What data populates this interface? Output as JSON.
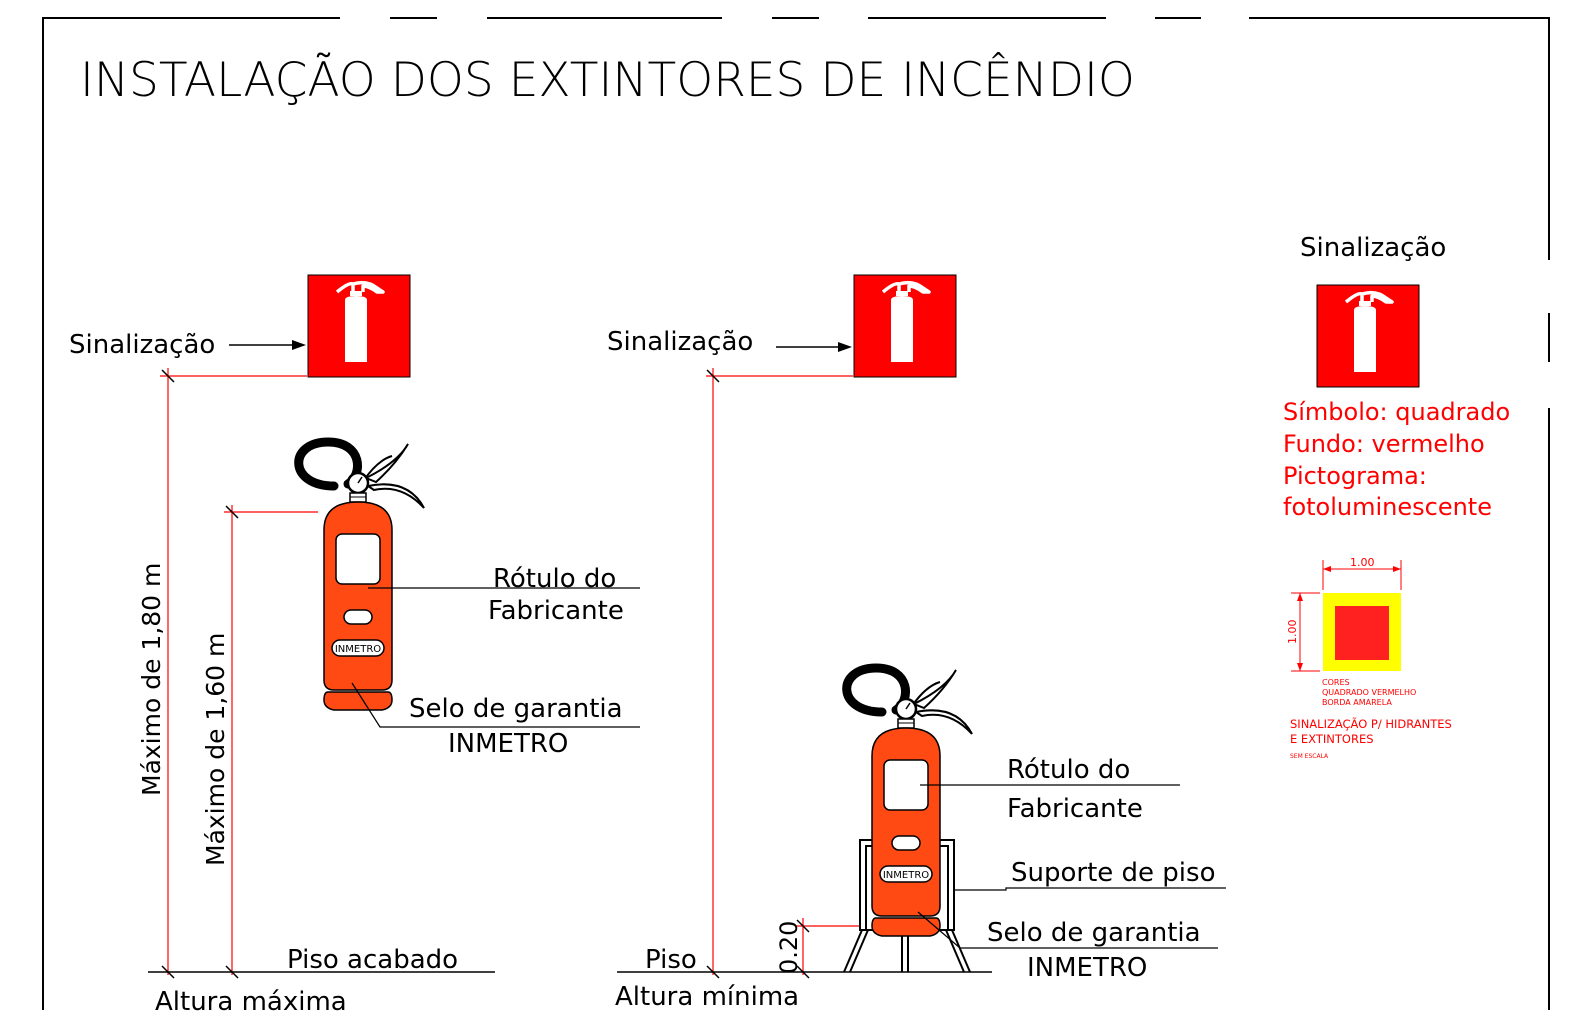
{
  "title": "INSTALAÇÃO DOS EXTINTORES DE INCÊNDIO",
  "left_install": {
    "sign_label": "Sinalização",
    "dim_outer": "Máximo de 1,80 m",
    "dim_inner": "Máximo de 1,60 m",
    "label_rotulo_1": "Rótulo do",
    "label_rotulo_2": "Fabricante",
    "label_selo_1": "Selo de garantia",
    "label_selo_2": "INMETRO",
    "badge": "INMETRO",
    "floor_label": "Piso acabado",
    "caption": "Altura máxima"
  },
  "right_install": {
    "sign_label": "Sinalização",
    "label_rotulo_1": "Rótulo do",
    "label_rotulo_2": "Fabricante",
    "label_suporte": "Suporte de piso",
    "label_selo_1": "Selo de garantia",
    "label_selo_2": "INMETRO",
    "badge": "INMETRO",
    "floor_label": "Piso",
    "dim_min": "0.20",
    "caption": "Altura mínima"
  },
  "legend": {
    "heading": "Sinalização",
    "spec_1": "Símbolo: quadrado",
    "spec_2": "Fundo: vermelho",
    "spec_3": "Pictograma:",
    "spec_4": "fotoluminescente",
    "dim_width": "1.00",
    "dim_height": "1.00",
    "cores_1": "CORES",
    "cores_2": "QUADRADO VERMELHO",
    "cores_3": "BORDA AMARELA",
    "sign_title_1": "SINALIZAÇÃO P/ HIDRANTES",
    "sign_title_2": "E EXTINTORES",
    "scale": "SEM ESCALA"
  },
  "colors": {
    "sign_red": "#ff0000",
    "extinguisher": "#ff4a14",
    "dimension_red": "#ff0000",
    "border_yellow": "#ffff00",
    "line": "#000000"
  },
  "icons": [
    "fire-extinguisher-sign-icon",
    "fire-extinguisher-icon",
    "arrow-right-icon"
  ]
}
